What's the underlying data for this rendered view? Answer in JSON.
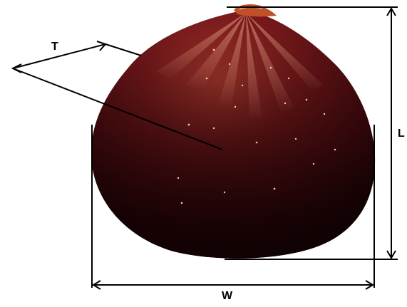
{
  "diagram": {
    "subject": "fig fruit",
    "labels": {
      "thickness": "T",
      "length": "L",
      "width": "W"
    },
    "colors": {
      "fruit_dark": "#2a0508",
      "fruit_mid": "#6e1418",
      "fruit_light": "#a3322b",
      "highlight": "#f2c9a0",
      "stem": "#c0502a",
      "line": "#000000"
    }
  }
}
